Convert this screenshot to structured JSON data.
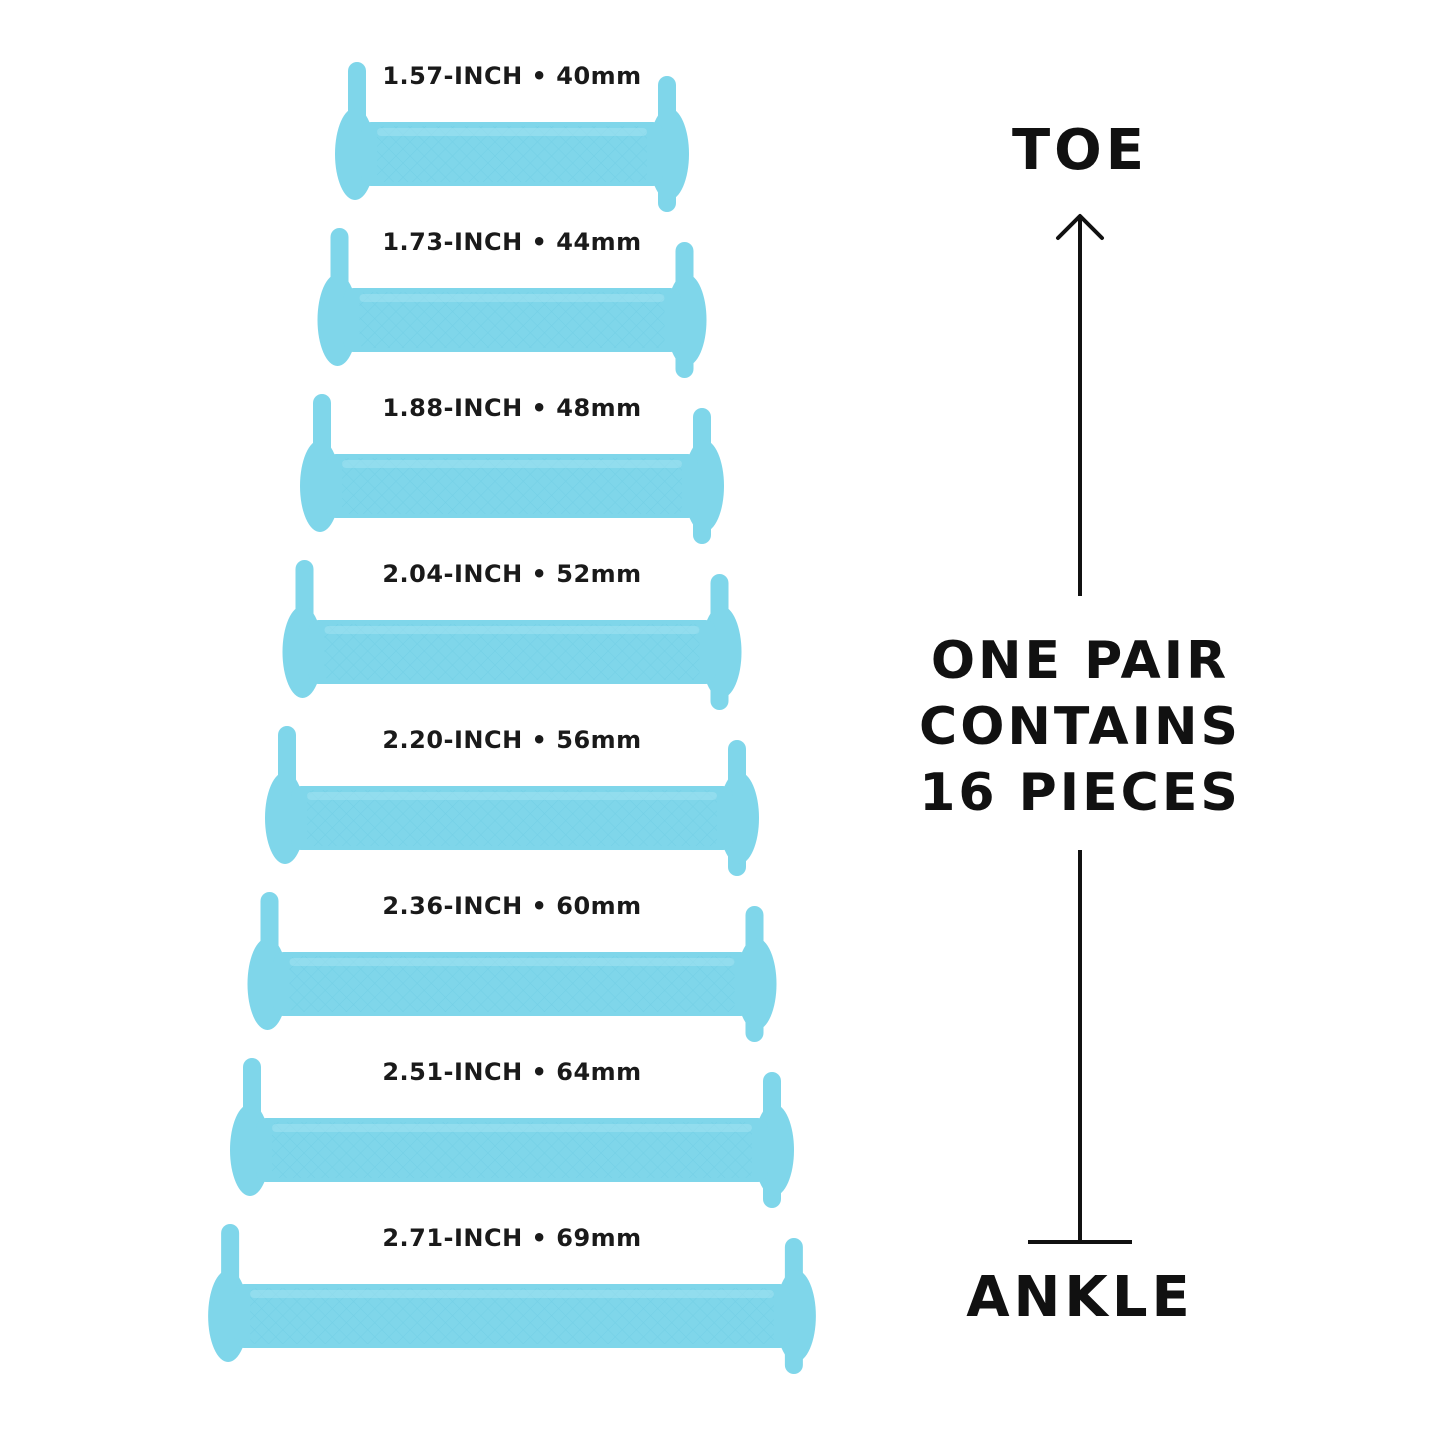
{
  "colors": {
    "lace": "#7fd6ea",
    "lace_shadow": "#5fc2da",
    "lace_highlight": "#a6e4f2",
    "text": "#111111"
  },
  "laces": [
    {
      "label": "1.57-INCH • 40mm",
      "length_mm": 40
    },
    {
      "label": "1.73-INCH • 44mm",
      "length_mm": 44
    },
    {
      "label": "1.88-INCH • 48mm",
      "length_mm": 48
    },
    {
      "label": "2.04-INCH • 52mm",
      "length_mm": 52
    },
    {
      "label": "2.20-INCH • 56mm",
      "length_mm": 56
    },
    {
      "label": "2.36-INCH • 60mm",
      "length_mm": 60
    },
    {
      "label": "2.51-INCH • 64mm",
      "length_mm": 64
    },
    {
      "label": "2.71-INCH • 69mm",
      "length_mm": 69
    }
  ],
  "direction": {
    "top": "TOE",
    "bottom": "ANKLE",
    "info_lines": [
      "ONE PAIR",
      "CONTAINS",
      "16 PIECES"
    ]
  }
}
